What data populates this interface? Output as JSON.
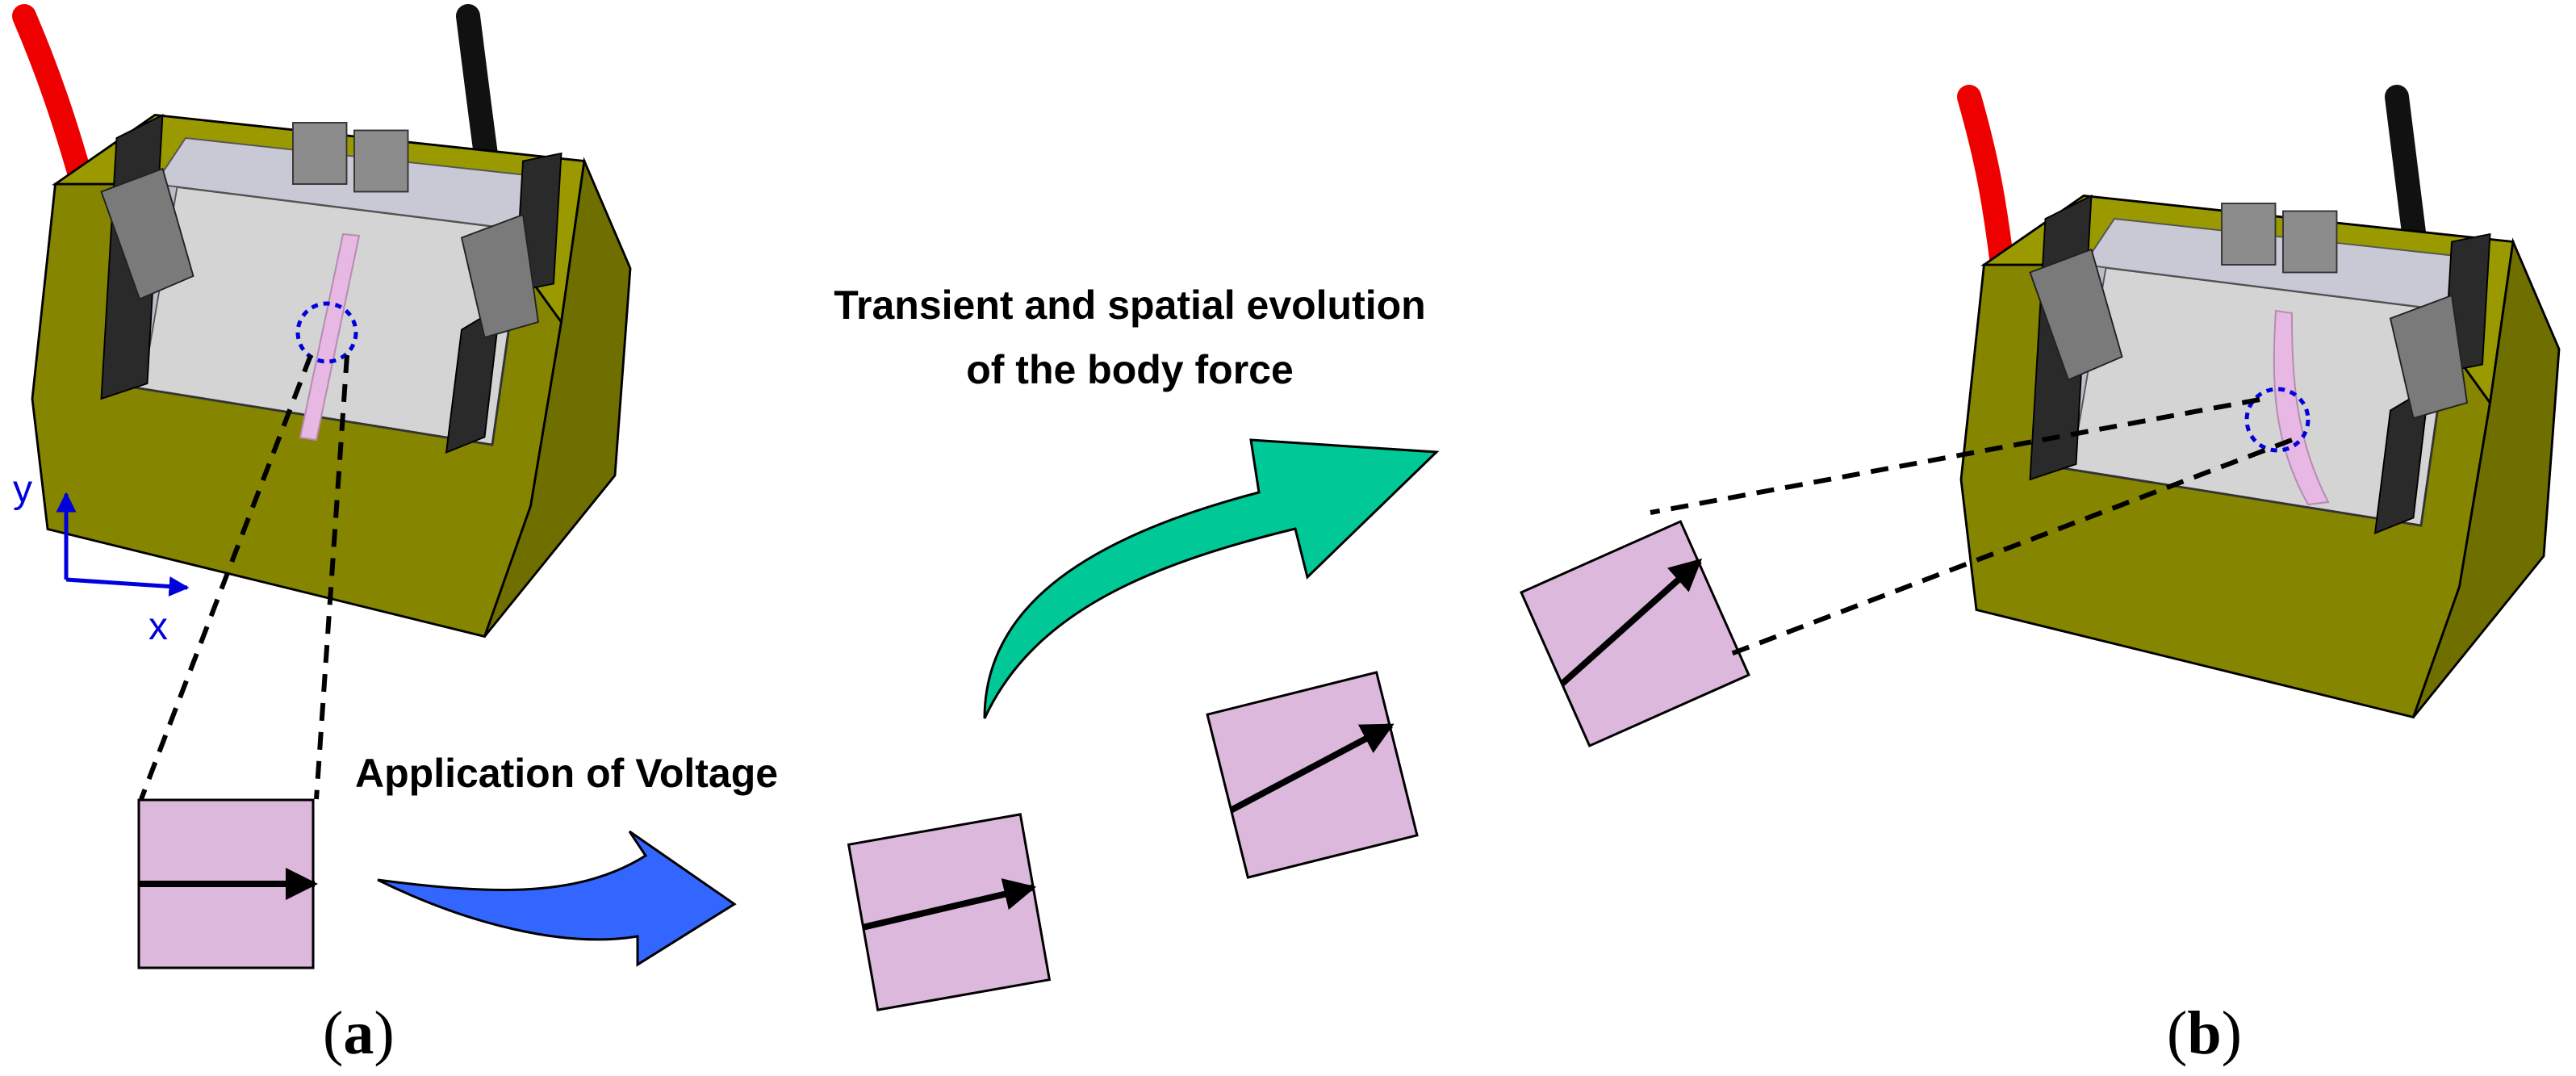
{
  "labels": {
    "application_voltage": "Application of Voltage",
    "body_force_line1": "Transient and spatial evolution",
    "body_force_line2": "of the body force",
    "axis_x": "x",
    "axis_y": "y",
    "panel_a_open": "(",
    "panel_a_letter": "a",
    "panel_a_close": ")",
    "panel_b_open": "(",
    "panel_b_letter": "b",
    "panel_b_close": ")"
  },
  "colors": {
    "tray_top": "#9a9a00",
    "tray_side": "#7a7a00",
    "tray_front": "#858500",
    "cell_floor": "#d4d4d4",
    "cell_wall": "#c9c9d6",
    "electrode": "#2a2a2a",
    "sample": "#e8b8e4",
    "element_fill": "#dcb8dc",
    "blue_arrow": "#3366ff",
    "green_arrow": "#00c896",
    "red_cable": "#ee0000",
    "black_cable": "#111111",
    "circle": "#0000dd",
    "axis": "#0000dd"
  },
  "elements": [
    {
      "id": "initial",
      "rotation_deg": 0
    },
    {
      "id": "step1",
      "rotation_deg": -10
    },
    {
      "id": "step2",
      "rotation_deg": -14
    },
    {
      "id": "step3",
      "rotation_deg": -24
    }
  ]
}
